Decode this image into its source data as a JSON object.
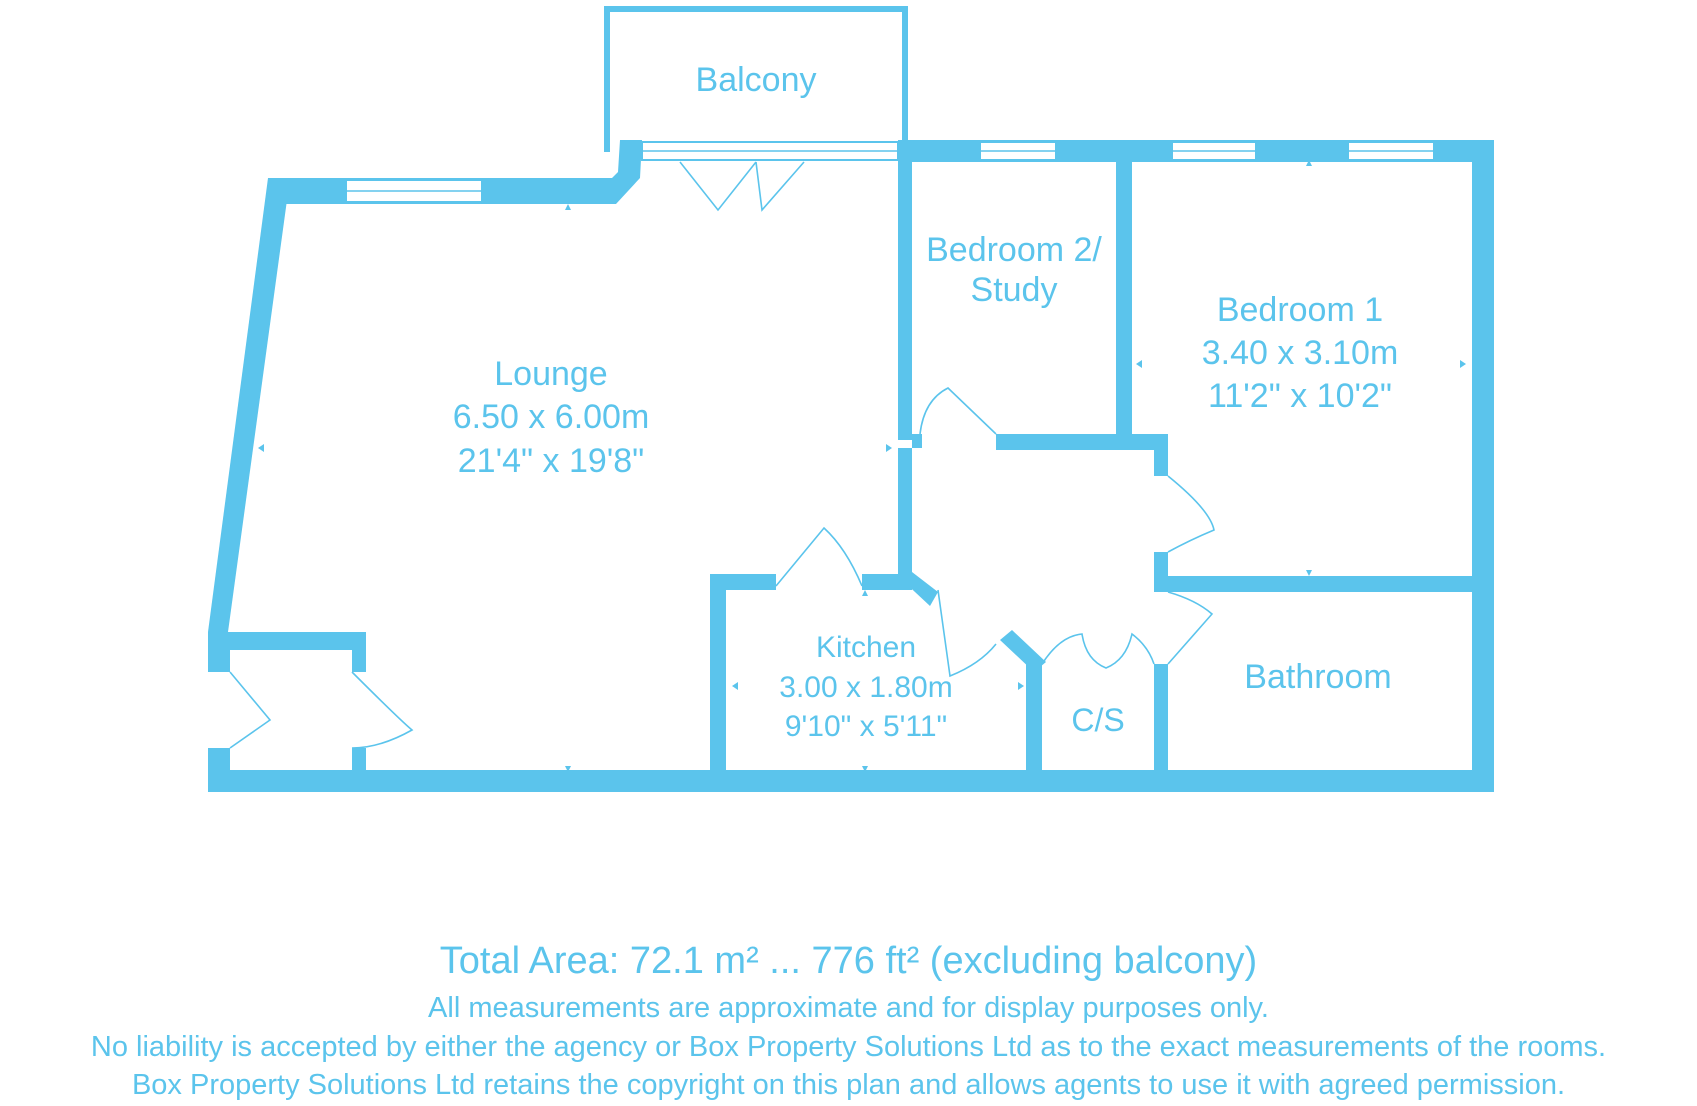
{
  "rooms": {
    "balcony": {
      "name": "Balcony"
    },
    "lounge": {
      "name": "Lounge",
      "size_m": "6.50 x 6.00m",
      "size_ft": "21'4\" x 19'8\""
    },
    "bedroom2": {
      "name_line1": "Bedroom 2/",
      "name_line2": "Study"
    },
    "bedroom1": {
      "name": "Bedroom 1",
      "size_m": "3.40 x 3.10m",
      "size_ft": "11'2\" x 10'2\""
    },
    "kitchen": {
      "name": "Kitchen",
      "size_m": "3.00 x 1.80m",
      "size_ft": "9'10\" x 5'11\""
    },
    "cupboard": {
      "name": "C/S"
    },
    "bathroom": {
      "name": "Bathroom"
    }
  },
  "footer": {
    "total_area": "Total Area: 72.1 m² ... 776 ft² (excluding balcony)",
    "line1": "All measurements are approximate and for display purposes only.",
    "line2": "No liability is accepted by either the agency or Box Property Solutions Ltd as to the exact measurements of the rooms.",
    "line3": "Box Property Solutions Ltd retains the copyright on this plan and allows agents to use it with agreed permission."
  },
  "colors": {
    "wall": "#5bc4ec",
    "text": "#5bc4ec",
    "background": "#ffffff"
  }
}
